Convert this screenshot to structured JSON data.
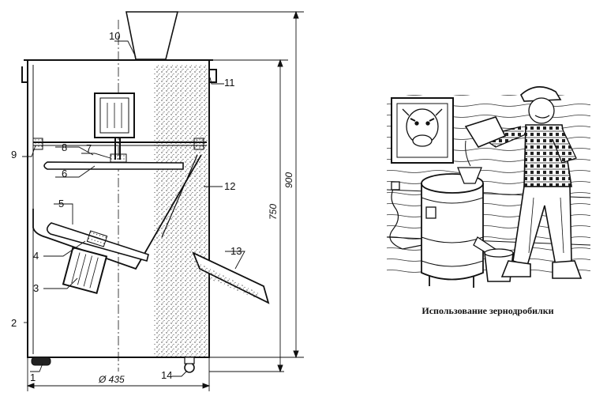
{
  "diagram": {
    "part_labels": [
      "1",
      "2",
      "3",
      "4",
      "5",
      "6",
      "7",
      "8",
      "9",
      "10",
      "11",
      "12",
      "13",
      "14"
    ],
    "dimensions": {
      "total_height": "900",
      "body_height": "750",
      "diameter": "Ø 435"
    }
  },
  "illustration": {
    "caption": "Использование зернодробилки"
  }
}
